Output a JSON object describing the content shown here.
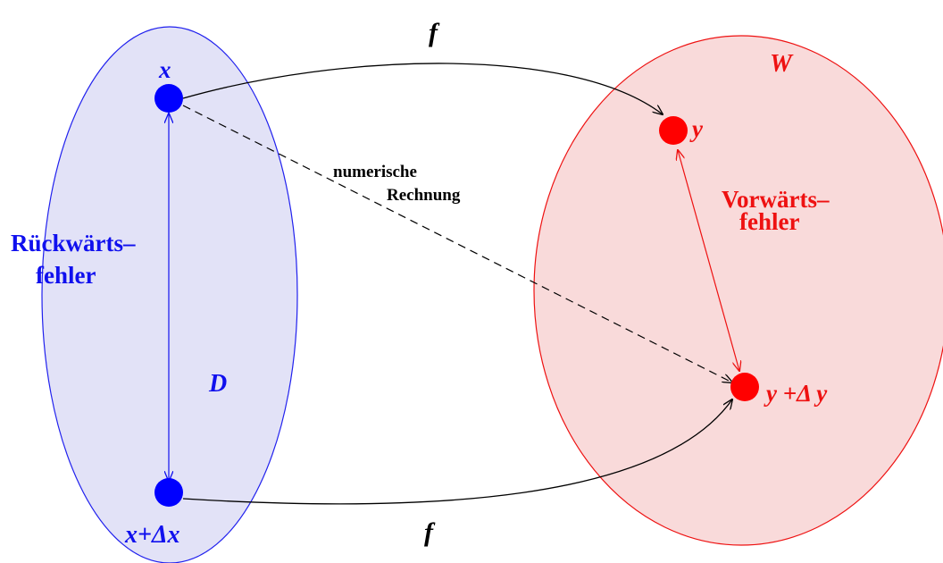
{
  "colors": {
    "domain_fill": "#e2e2f7",
    "domain_stroke": "#2020ee",
    "range_fill": "#f9dada",
    "range_stroke": "#ee1111",
    "blue_text": "#1010ee",
    "red_text": "#ee1111",
    "arrow": "#000000"
  },
  "labels": {
    "f_top": "f",
    "f_bottom": "f",
    "x": "x",
    "x_delta": "x+Δx",
    "domain": "D",
    "range": "W",
    "y": "y",
    "y_delta": "y +Δ y",
    "backward_line1": "Rückwärts–",
    "backward_line2": "fehler",
    "forward_line1": "Vorwärts–",
    "forward_line2": "fehler",
    "numeric_line1": "numerische",
    "numeric_line2": "Rechnung"
  }
}
